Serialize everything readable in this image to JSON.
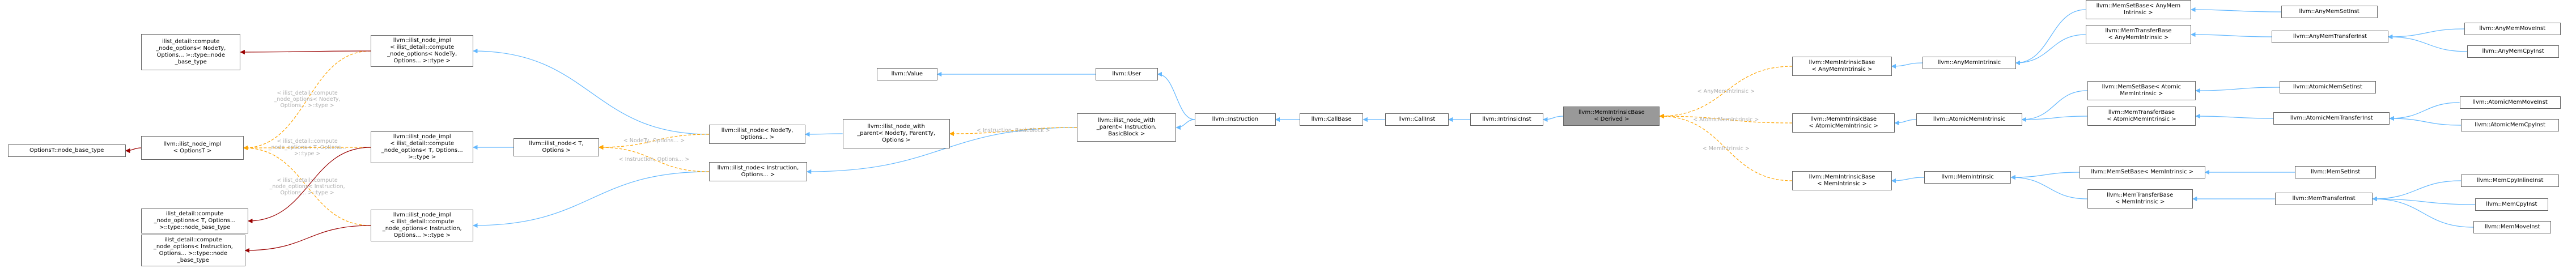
{
  "colors": {
    "inherit": "#63b8ff",
    "template": "#ffa500",
    "usage": "#9a0000",
    "focus_fill": "#999999",
    "border": "#666666"
  },
  "nodes": [
    {
      "id": "optionsT",
      "label": "OptionsT::node_base_type"
    },
    {
      "id": "ilistNodeImplOpts",
      "label": "llvm::ilist_node_impl\n< OptionsT >"
    },
    {
      "id": "cnoNodeTy",
      "label": "ilist_detail::compute\n_node_options< NodeTy,\nOptions... >::type::node\n_base_type"
    },
    {
      "id": "cnoT",
      "label": "ilist_detail::compute\n_node_options< T, Options...\n>::type::node_base_type"
    },
    {
      "id": "cnoInst",
      "label": "ilist_detail::compute\n_node_options< Instruction,\nOptions... >::type::node\n_base_type"
    },
    {
      "id": "implNodeTy",
      "label": "llvm::ilist_node_impl\n< ilist_detail::compute\n_node_options< NodeTy,\nOptions... >::type >"
    },
    {
      "id": "implT",
      "label": "llvm::ilist_node_impl\n< ilist_detail::compute\n_node_options< T, Options...\n>::type >"
    },
    {
      "id": "implInst",
      "label": "llvm::ilist_node_impl\n< ilist_detail::compute\n_node_options< Instruction,\nOptions... >::type >"
    },
    {
      "id": "ilistNodeT",
      "label": "llvm::ilist_node< T,\nOptions >"
    },
    {
      "id": "ilistNodeNodeTy",
      "label": "llvm::ilist_node< NodeTy,\nOptions... >"
    },
    {
      "id": "ilistNodeInst",
      "label": "llvm::ilist_node< Instruction,\nOptions... >"
    },
    {
      "id": "ilistNodeWithParent",
      "label": "llvm::ilist_node_with\n_parent< NodeTy, ParentTy,\nOptions >"
    },
    {
      "id": "value",
      "label": "llvm::Value"
    },
    {
      "id": "user",
      "label": "llvm::User"
    },
    {
      "id": "ilistNodeWithParentInst",
      "label": "llvm::ilist_node_with\n_parent< Instruction,\nBasicBlock >"
    },
    {
      "id": "instruction",
      "label": "llvm::Instruction"
    },
    {
      "id": "callBase",
      "label": "llvm::CallBase"
    },
    {
      "id": "callInst",
      "label": "llvm::CallInst"
    },
    {
      "id": "intrinsicInst",
      "label": "llvm::IntrinsicInst"
    },
    {
      "id": "memIntrinsicBase",
      "label": "llvm::MemIntrinsicBase\n< Derived >"
    },
    {
      "id": "mibAny",
      "label": "llvm::MemIntrinsicBase\n< AnyMemIntrinsic >"
    },
    {
      "id": "mibAtomic",
      "label": "llvm::MemIntrinsicBase\n< AtomicMemIntrinsic >"
    },
    {
      "id": "mibMem",
      "label": "llvm::MemIntrinsicBase\n< MemIntrinsic >"
    },
    {
      "id": "anyMemIntrinsic",
      "label": "llvm::AnyMemIntrinsic"
    },
    {
      "id": "atomicMemIntrinsic",
      "label": "llvm::AtomicMemIntrinsic"
    },
    {
      "id": "memIntrinsic",
      "label": "llvm::MemIntrinsic"
    },
    {
      "id": "msbAny",
      "label": "llvm::MemSetBase< AnyMem\nIntrinsic >"
    },
    {
      "id": "mtbAny",
      "label": "llvm::MemTransferBase\n< AnyMemIntrinsic >"
    },
    {
      "id": "msbAtomic",
      "label": "llvm::MemSetBase< Atomic\nMemIntrinsic >"
    },
    {
      "id": "mtbAtomic",
      "label": "llvm::MemTransferBase\n< AtomicMemIntrinsic >"
    },
    {
      "id": "msbMem",
      "label": "llvm::MemSetBase< MemIntrinsic >"
    },
    {
      "id": "mtbMem",
      "label": "llvm::MemTransferBase\n< MemIntrinsic >"
    },
    {
      "id": "anyMemSetInst",
      "label": "llvm::AnyMemSetInst"
    },
    {
      "id": "anyMemTransferInst",
      "label": "llvm::AnyMemTransferInst"
    },
    {
      "id": "atomicMemSetInst",
      "label": "llvm::AtomicMemSetInst"
    },
    {
      "id": "atomicMemTransferInst",
      "label": "llvm::AtomicMemTransferInst"
    },
    {
      "id": "memSetInst",
      "label": "llvm::MemSetInst"
    },
    {
      "id": "memTransferInst",
      "label": "llvm::MemTransferInst"
    },
    {
      "id": "anyMemMoveInst",
      "label": "llvm::AnyMemMoveInst"
    },
    {
      "id": "anyMemCpyInst",
      "label": "llvm::AnyMemCpyInst"
    },
    {
      "id": "atomicMemMoveInst",
      "label": "llvm::AtomicMemMoveInst"
    },
    {
      "id": "atomicMemCpyInst",
      "label": "llvm::AtomicMemCpyInst"
    },
    {
      "id": "memCpyInlineInst",
      "label": "llvm::MemCpyInlineInst"
    },
    {
      "id": "memCpyInst",
      "label": "llvm::MemCpyInst"
    },
    {
      "id": "memMoveInst",
      "label": "llvm::MemMoveInst"
    }
  ],
  "edges": [
    {
      "from": "optionsT",
      "to": "ilistNodeImplOpts",
      "kind": "inherit-dark"
    },
    {
      "from": "ilistNodeImplOpts",
      "to": "implNodeTy",
      "kind": "template",
      "label": "< ilist_detail::compute\n_node_options< NodeTy,\nOptions... >::type >"
    },
    {
      "from": "ilistNodeImplOpts",
      "to": "implT",
      "kind": "template",
      "label": "< ilist_detail::compute\n_node_options< T, Options...\n>::type >"
    },
    {
      "from": "ilistNodeImplOpts",
      "to": "implInst",
      "kind": "template",
      "label": "< ilist_detail::compute\n_node_options< Instruction,\nOptions... >::type >"
    },
    {
      "from": "cnoNodeTy",
      "to": "implNodeTy",
      "kind": "inherit-dark"
    },
    {
      "from": "cnoT",
      "to": "implT",
      "kind": "inherit-dark"
    },
    {
      "from": "cnoInst",
      "to": "implInst",
      "kind": "inherit-dark"
    },
    {
      "from": "implNodeTy",
      "to": "ilistNodeNodeTy",
      "kind": "inherit"
    },
    {
      "from": "implT",
      "to": "ilistNodeT",
      "kind": "inherit"
    },
    {
      "from": "implInst",
      "to": "ilistNodeInst",
      "kind": "inherit"
    },
    {
      "from": "ilistNodeT",
      "to": "ilistNodeNodeTy",
      "kind": "template",
      "label": "< NodeTy, Options... >"
    },
    {
      "from": "ilistNodeT",
      "to": "ilistNodeInst",
      "kind": "template",
      "label": "< Instruction, Options... >"
    },
    {
      "from": "ilistNodeNodeTy",
      "to": "ilistNodeWithParent",
      "kind": "inherit"
    },
    {
      "from": "ilistNodeInst",
      "to": "ilistNodeWithParentInst",
      "kind": "inherit"
    },
    {
      "from": "ilistNodeWithParent",
      "to": "ilistNodeWithParentInst",
      "kind": "template",
      "label": "< Instruction, BasicBlock >"
    },
    {
      "from": "value",
      "to": "user",
      "kind": "inherit"
    },
    {
      "from": "user",
      "to": "instruction",
      "kind": "inherit"
    },
    {
      "from": "ilistNodeWithParentInst",
      "to": "instruction",
      "kind": "inherit"
    },
    {
      "from": "instruction",
      "to": "callBase",
      "kind": "inherit"
    },
    {
      "from": "callBase",
      "to": "callInst",
      "kind": "inherit"
    },
    {
      "from": "callInst",
      "to": "intrinsicInst",
      "kind": "inherit"
    },
    {
      "from": "intrinsicInst",
      "to": "memIntrinsicBase",
      "kind": "inherit"
    },
    {
      "from": "memIntrinsicBase",
      "to": "mibAny",
      "kind": "template",
      "label": "< AnyMemIntrinsic >"
    },
    {
      "from": "memIntrinsicBase",
      "to": "mibAtomic",
      "kind": "template",
      "label": "< AtomicMemIntrinsic >"
    },
    {
      "from": "memIntrinsicBase",
      "to": "mibMem",
      "kind": "template",
      "label": "< MemIntrinsic >"
    },
    {
      "from": "mibAny",
      "to": "anyMemIntrinsic",
      "kind": "inherit"
    },
    {
      "from": "mibAtomic",
      "to": "atomicMemIntrinsic",
      "kind": "inherit"
    },
    {
      "from": "mibMem",
      "to": "memIntrinsic",
      "kind": "inherit"
    },
    {
      "from": "anyMemIntrinsic",
      "to": "msbAny",
      "kind": "inherit"
    },
    {
      "from": "anyMemIntrinsic",
      "to": "mtbAny",
      "kind": "inherit"
    },
    {
      "from": "atomicMemIntrinsic",
      "to": "msbAtomic",
      "kind": "inherit"
    },
    {
      "from": "atomicMemIntrinsic",
      "to": "mtbAtomic",
      "kind": "inherit"
    },
    {
      "from": "memIntrinsic",
      "to": "msbMem",
      "kind": "inherit"
    },
    {
      "from": "memIntrinsic",
      "to": "mtbMem",
      "kind": "inherit"
    },
    {
      "from": "msbAny",
      "to": "anyMemSetInst",
      "kind": "inherit"
    },
    {
      "from": "mtbAny",
      "to": "anyMemTransferInst",
      "kind": "inherit"
    },
    {
      "from": "msbAtomic",
      "to": "atomicMemSetInst",
      "kind": "inherit"
    },
    {
      "from": "mtbAtomic",
      "to": "atomicMemTransferInst",
      "kind": "inherit"
    },
    {
      "from": "msbMem",
      "to": "memSetInst",
      "kind": "inherit"
    },
    {
      "from": "mtbMem",
      "to": "memTransferInst",
      "kind": "inherit"
    },
    {
      "from": "anyMemTransferInst",
      "to": "anyMemMoveInst",
      "kind": "inherit"
    },
    {
      "from": "anyMemTransferInst",
      "to": "anyMemCpyInst",
      "kind": "inherit"
    },
    {
      "from": "atomicMemTransferInst",
      "to": "atomicMemMoveInst",
      "kind": "inherit"
    },
    {
      "from": "atomicMemTransferInst",
      "to": "atomicMemCpyInst",
      "kind": "inherit"
    },
    {
      "from": "memTransferInst",
      "to": "memCpyInlineInst",
      "kind": "inherit"
    },
    {
      "from": "memTransferInst",
      "to": "memCpyInst",
      "kind": "inherit"
    },
    {
      "from": "memTransferInst",
      "to": "memMoveInst",
      "kind": "inherit"
    }
  ]
}
